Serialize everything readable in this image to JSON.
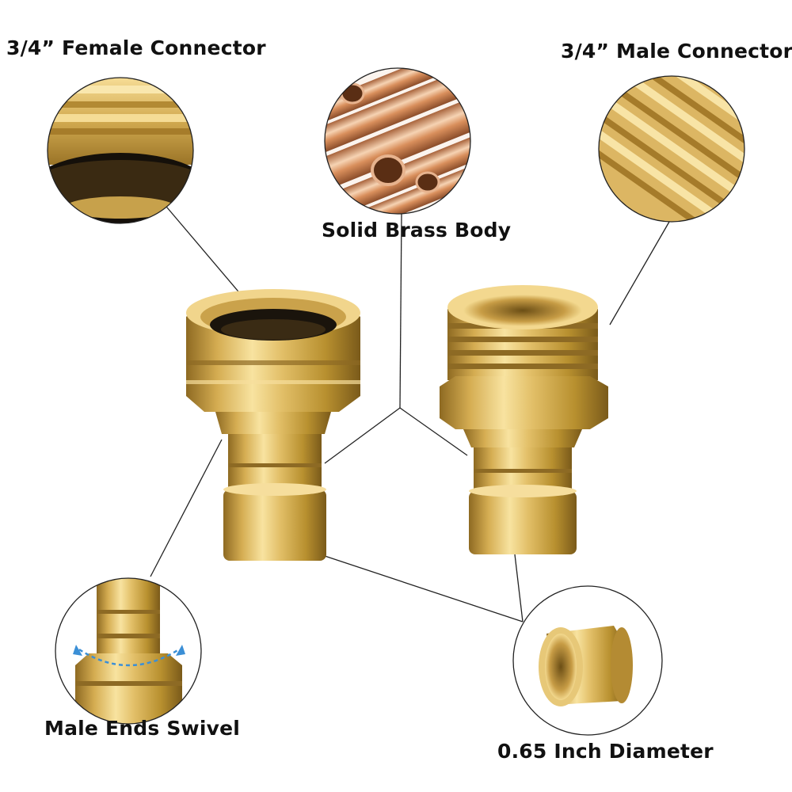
{
  "labels": {
    "female_connector": "3/4” Female Connector",
    "male_connector": "3/4” Male Connector",
    "body": "Solid Brass Body",
    "swivel": "Male Ends Swivel",
    "diameter": "0.65 Inch Diameter"
  },
  "colors": {
    "brass_light": "#f6dc95",
    "brass_mid": "#d9b45a",
    "brass_dark": "#9a7427",
    "copper_light": "#f3c9a6",
    "copper_dark": "#a8633b",
    "rubber": "#1a140c",
    "swivel_arrow": "#3b8fd6",
    "leader_line": "#222222"
  }
}
